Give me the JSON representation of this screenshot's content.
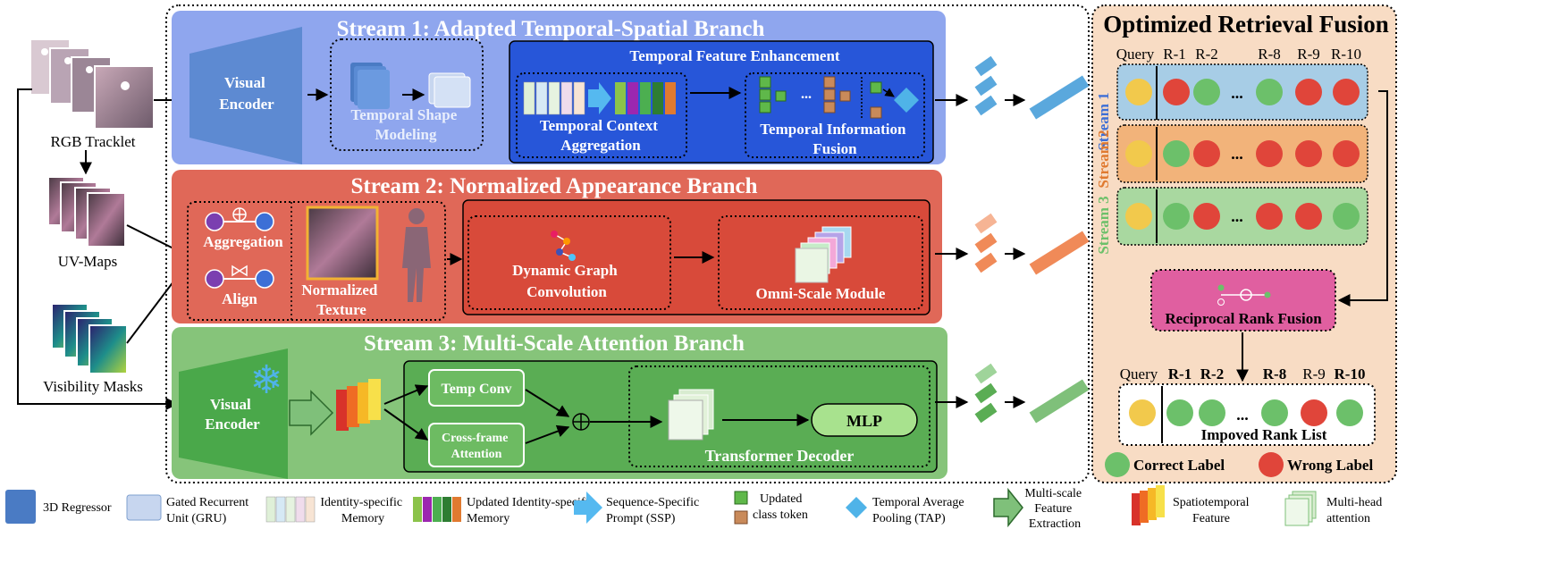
{
  "inputs": {
    "rgb_label": "RGB Tracklet",
    "uv_label": "UV-Maps",
    "vis_label": "Visibility Masks"
  },
  "stream1": {
    "title": "Stream 1: Adapted Temporal-Spatial Branch",
    "visual_encoder": "Visual Encoder",
    "temporal_shape": "Temporal Shape Modeling",
    "tfe_title": "Temporal Feature Enhancement",
    "tca": "Temporal Context Aggregation",
    "tif": "Temporal Information Fusion",
    "ellipsis": "..."
  },
  "stream2": {
    "title": "Stream 2: Normalized Appearance Branch",
    "aggregation": "Aggregation",
    "align": "Align",
    "normalized_texture": "Normalized Texture",
    "dgc": "Dynamic Graph Convolution",
    "omni": "Omni-Scale Module"
  },
  "stream3": {
    "title": "Stream 3: Multi-Scale Attention Branch",
    "visual_encoder": "Visual Encoder",
    "temp_conv": "Temp Conv",
    "cross_frame": "Cross-frame Attention",
    "mlp": "MLP",
    "transformer_decoder": "Transformer Decoder"
  },
  "fusion": {
    "title": "Optimized Retrieval Fusion",
    "query": "Query",
    "ranks": [
      "R-1",
      "R-2",
      "R-8",
      "R-9",
      "R-10"
    ],
    "stream_labels": [
      "Stream 1",
      "Stream 2",
      "Stream 3"
    ],
    "ellipsis": "...",
    "rrf": "Reciprocal Rank Fusion",
    "improved": "Impoved Rank List",
    "correct": "Correct Label",
    "wrong": "Wrong Label",
    "rows": [
      [
        "query",
        "wrong",
        "correct",
        "correct",
        "wrong",
        "wrong"
      ],
      [
        "query",
        "correct",
        "wrong",
        "wrong",
        "wrong",
        "wrong"
      ],
      [
        "query",
        "correct",
        "wrong",
        "wrong",
        "wrong",
        "correct"
      ]
    ],
    "final_row": [
      "query",
      "correct",
      "correct",
      "correct",
      "wrong",
      "correct"
    ],
    "colors": {
      "query": "#f2c94c",
      "correct": "#6cc06a",
      "wrong": "#e0453a"
    }
  },
  "legend": [
    "3D Regressor",
    "Gated Recurrent Unit (GRU)",
    "Identity-specific Memory",
    "Updated Identity-specific Memory",
    "Sequence-Specific Prompt (SSP)",
    "Updated class token",
    "Temporal Average Pooling (TAP)",
    "Multi-scale Feature Extraction",
    "Spatiotemporal Feature",
    "Multi-head attention"
  ]
}
